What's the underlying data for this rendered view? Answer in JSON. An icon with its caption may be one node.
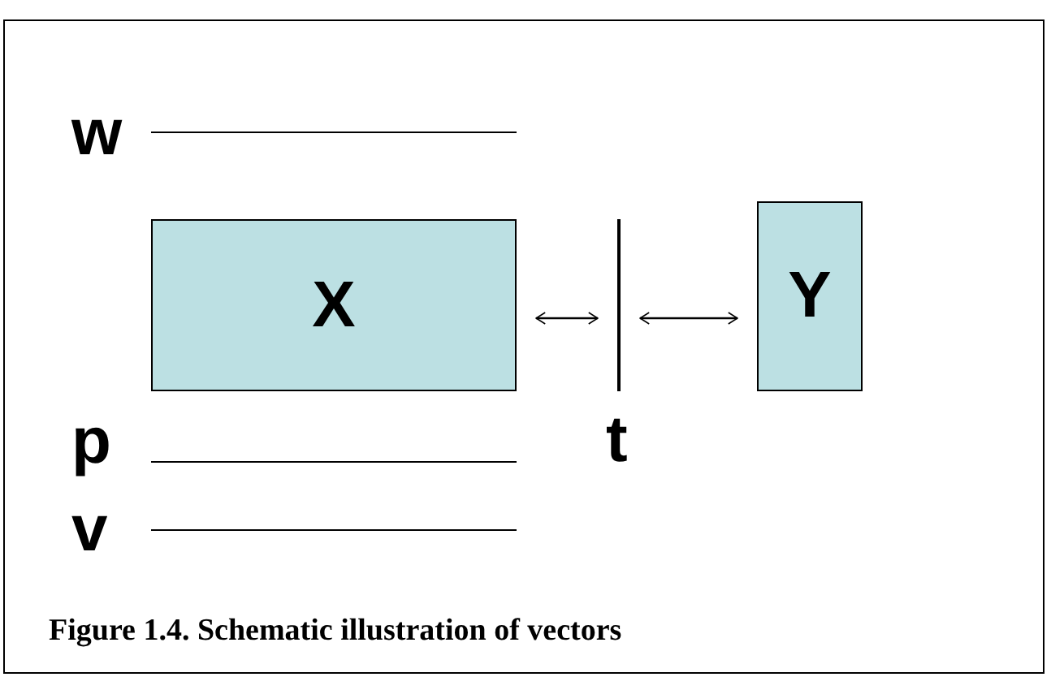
{
  "diagram": {
    "caption": "Figure 1.4. Schematic illustration of vectors",
    "nodes": [
      {
        "text": [
          "w"
        ]
      },
      {
        "text": [
          "X"
        ]
      },
      {
        "text": [
          "t"
        ]
      },
      {
        "text": [
          "Y"
        ]
      },
      {
        "text": [
          "p"
        ]
      },
      {
        "text": [
          "v"
        ]
      }
    ],
    "edges": [
      {
        "from": 1,
        "to": 2,
        "arrow": "both"
      },
      {
        "from": 2,
        "to": 3,
        "arrow": "both"
      }
    ]
  }
}
